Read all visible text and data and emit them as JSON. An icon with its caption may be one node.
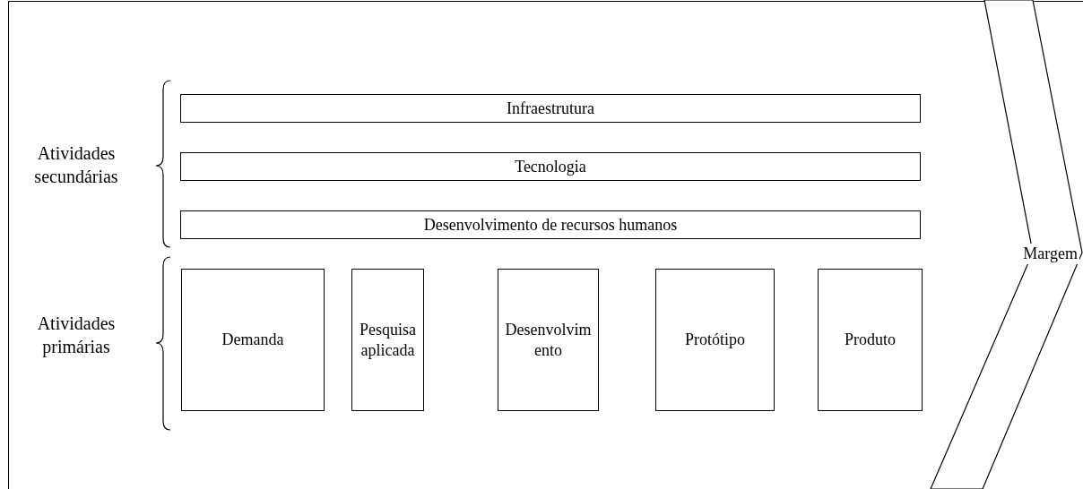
{
  "diagram": {
    "nodes": [
      {
        "text": [
          "Infraestrutura"
        ]
      },
      {
        "text": [
          "Tecnologia"
        ]
      },
      {
        "text": [
          "Desenvolvimento de recursos humanos"
        ]
      },
      {
        "text": [
          "Demanda"
        ]
      },
      {
        "text": [
          "Pesquisa aplicada"
        ]
      },
      {
        "text": [
          "Desenvolvimento"
        ]
      },
      {
        "text": [
          "Protótipo"
        ]
      },
      {
        "text": [
          "Produto"
        ]
      },
      {
        "text": [
          "Margem"
        ]
      }
    ],
    "edges": [],
    "labels": [
      "Atividades secundárias",
      "Atividades primárias"
    ]
  }
}
